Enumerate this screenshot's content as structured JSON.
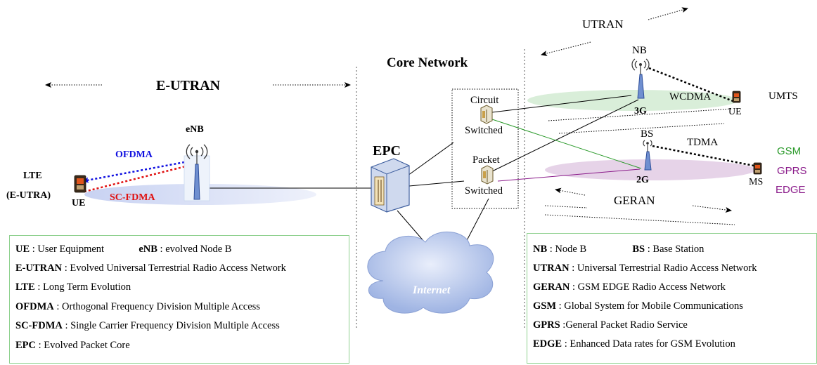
{
  "regions": {
    "eutran": "E-UTRAN",
    "core": "Core Network",
    "utran": "UTRAN",
    "geran": "GERAN"
  },
  "nodes": {
    "enb": "eNB",
    "lte_line1": "LTE",
    "lte_line2": "(E-UTRA)",
    "ue_left": "UE",
    "epc": "EPC",
    "circuit_line1": "Circuit",
    "circuit_line2": "Switched",
    "packet_line1": "Packet",
    "packet_line2": "Switched",
    "nb": "NB",
    "g3": "3G",
    "ue_right": "UE",
    "bs": "BS",
    "g2": "2G",
    "ms": "MS",
    "internet": "Internet"
  },
  "links": {
    "ofdma": "OFDMA",
    "scfdma": "SC-FDMA",
    "wcdma": "WCDMA",
    "tdma": "TDMA"
  },
  "systems": {
    "umts": "UMTS",
    "gsm": "GSM",
    "gprs": "GPRS",
    "edge": "EDGE"
  },
  "colors": {
    "ofdma": "#1010e0",
    "scfdma": "#e01010",
    "gsm": "#2a9a2a",
    "gprs_edge": "#8a1a8a",
    "cell_green": "#d9eed9",
    "cell_purple": "#e6d3e8",
    "cell_blue": "#d8def4",
    "legend_border": "#8fd18f",
    "cloud": "#b9c9ea"
  },
  "legend_left": {
    "ue_term": "UE",
    "ue_def": ": User Equipment",
    "enb_term": "eNB",
    "enb_def": ": evolved Node B",
    "rows": [
      {
        "term": "E-UTRAN",
        "def": ": Evolved Universal Terrestrial Radio Access Network"
      },
      {
        "term": "LTE",
        "def": ": Long Term Evolution"
      },
      {
        "term": "OFDMA",
        "def": ": Orthogonal Frequency Division Multiple Access"
      },
      {
        "term": "SC-FDMA",
        "def": ": Single Carrier Frequency Division Multiple Access"
      },
      {
        "term": "EPC",
        "def": ": Evolved Packet Core"
      }
    ]
  },
  "legend_right": {
    "nb_term": "NB",
    "nb_def": ": Node B",
    "bs_term": "BS",
    "bs_def": ": Base Station",
    "rows": [
      {
        "term": "UTRAN",
        "def": ": Universal Terrestrial Radio Access Network"
      },
      {
        "term": "GERAN",
        "def": ": GSM EDGE Radio Access Network"
      },
      {
        "term": "GSM",
        "def": ": Global System for Mobile Communications"
      },
      {
        "term": "GPRS",
        "def": ":General Packet Radio Service"
      },
      {
        "term": "EDGE",
        "def": ": Enhanced Data rates for GSM Evolution"
      }
    ]
  }
}
